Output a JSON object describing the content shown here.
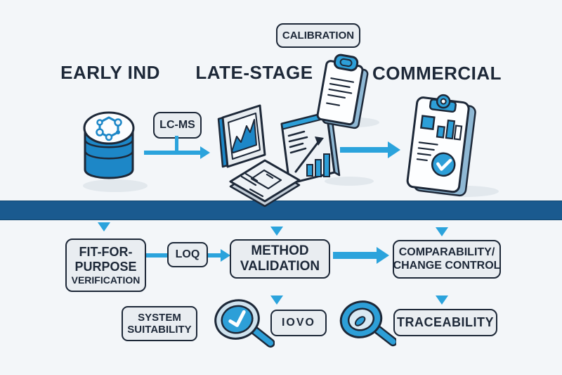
{
  "palette": {
    "background": "#f3f6f9",
    "ink": "#1d2838",
    "band_blue": "#1a5a8f",
    "arrow_blue": "#2ba3dc",
    "icon_blue": "#1d87c7",
    "icon_blue_light": "#2d9fd8",
    "box_fill": "#e9edf1"
  },
  "stages": {
    "early": "EARLY IND",
    "late": "LATE-STAGE",
    "commercial": "COMMERCIAL"
  },
  "top_labels": {
    "calibration": "CALIBRATION",
    "lcms": "LC-MS"
  },
  "boxes": {
    "fit_for_purpose": {
      "line1": "FIT-FOR-",
      "line2": "PURPOSE",
      "line3": "VERIFICATION"
    },
    "loq": {
      "label": "LOQ"
    },
    "method_validation": {
      "line1": "METHOD",
      "line2": "VALIDATION"
    },
    "comparability": {
      "line1": "COMPARABILITY/",
      "line2": "CHANGE CONTROL"
    },
    "system_suitability": {
      "line1": "SYSTEM",
      "line2": "SUITABILITY"
    },
    "iovo": {
      "label": "IOVO"
    },
    "traceability": {
      "label": "TRACEABILITY"
    }
  },
  "icons": [
    "sample-drum-molecule-icon",
    "line-chart-panel-icon",
    "bar-chart-document-icon",
    "flat-document-icon",
    "calibration-clipboard-icon",
    "commercial-report-clipboard-icon",
    "magnifier-check-icon",
    "magnifier-sample-icon"
  ]
}
